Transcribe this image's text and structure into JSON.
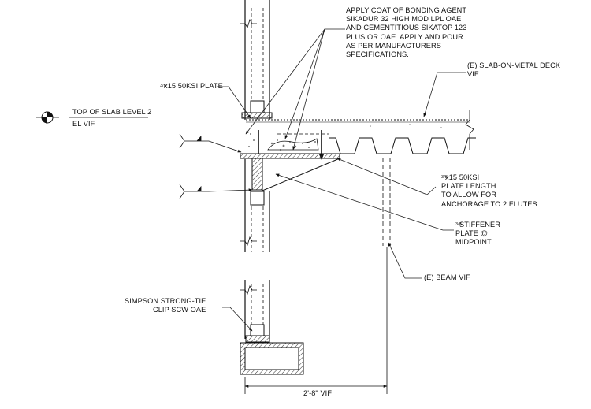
{
  "notes": {
    "bonding_agent": [
      "APPLY COAT OF BONDING AGENT",
      "SIKADUR 32 HIGH MOD LPL OAE",
      "AND CEMENTITIOUS SIKATOP 123",
      "PLUS OR OAE.  APPLY AND POUR",
      "AS PER MANUFACTURERS",
      "SPECIFICATIONS."
    ],
    "slab_deck": [
      "(E) SLAB-ON-METAL DECK",
      "VIF"
    ],
    "top_plate": {
      "fraction": "3/8",
      "text": "x15 50KSI PLATE"
    },
    "level": [
      "TOP OF SLAB LEVEL 2",
      "EL  VIF"
    ],
    "side_plate": {
      "fraction": "3/8",
      "lines": [
        "x15 50KSI",
        "PLATE LENGTH",
        "TO ALLOW FOR",
        "ANCHORAGE TO 2 FLUTES"
      ]
    },
    "stiffener": {
      "fraction": "3/8",
      "lines": [
        "STIFFENER",
        "PLATE @",
        "MIDPOINT"
      ]
    },
    "beam": "(E) BEAM VIF",
    "clip": [
      "SIMPSON STRONG-TIE",
      "CLIP SCW OAE"
    ],
    "dimension": "2'-8\" VIF"
  },
  "colors": {
    "ink": "#111111",
    "leader": "#222222",
    "hatch": "#555555"
  }
}
